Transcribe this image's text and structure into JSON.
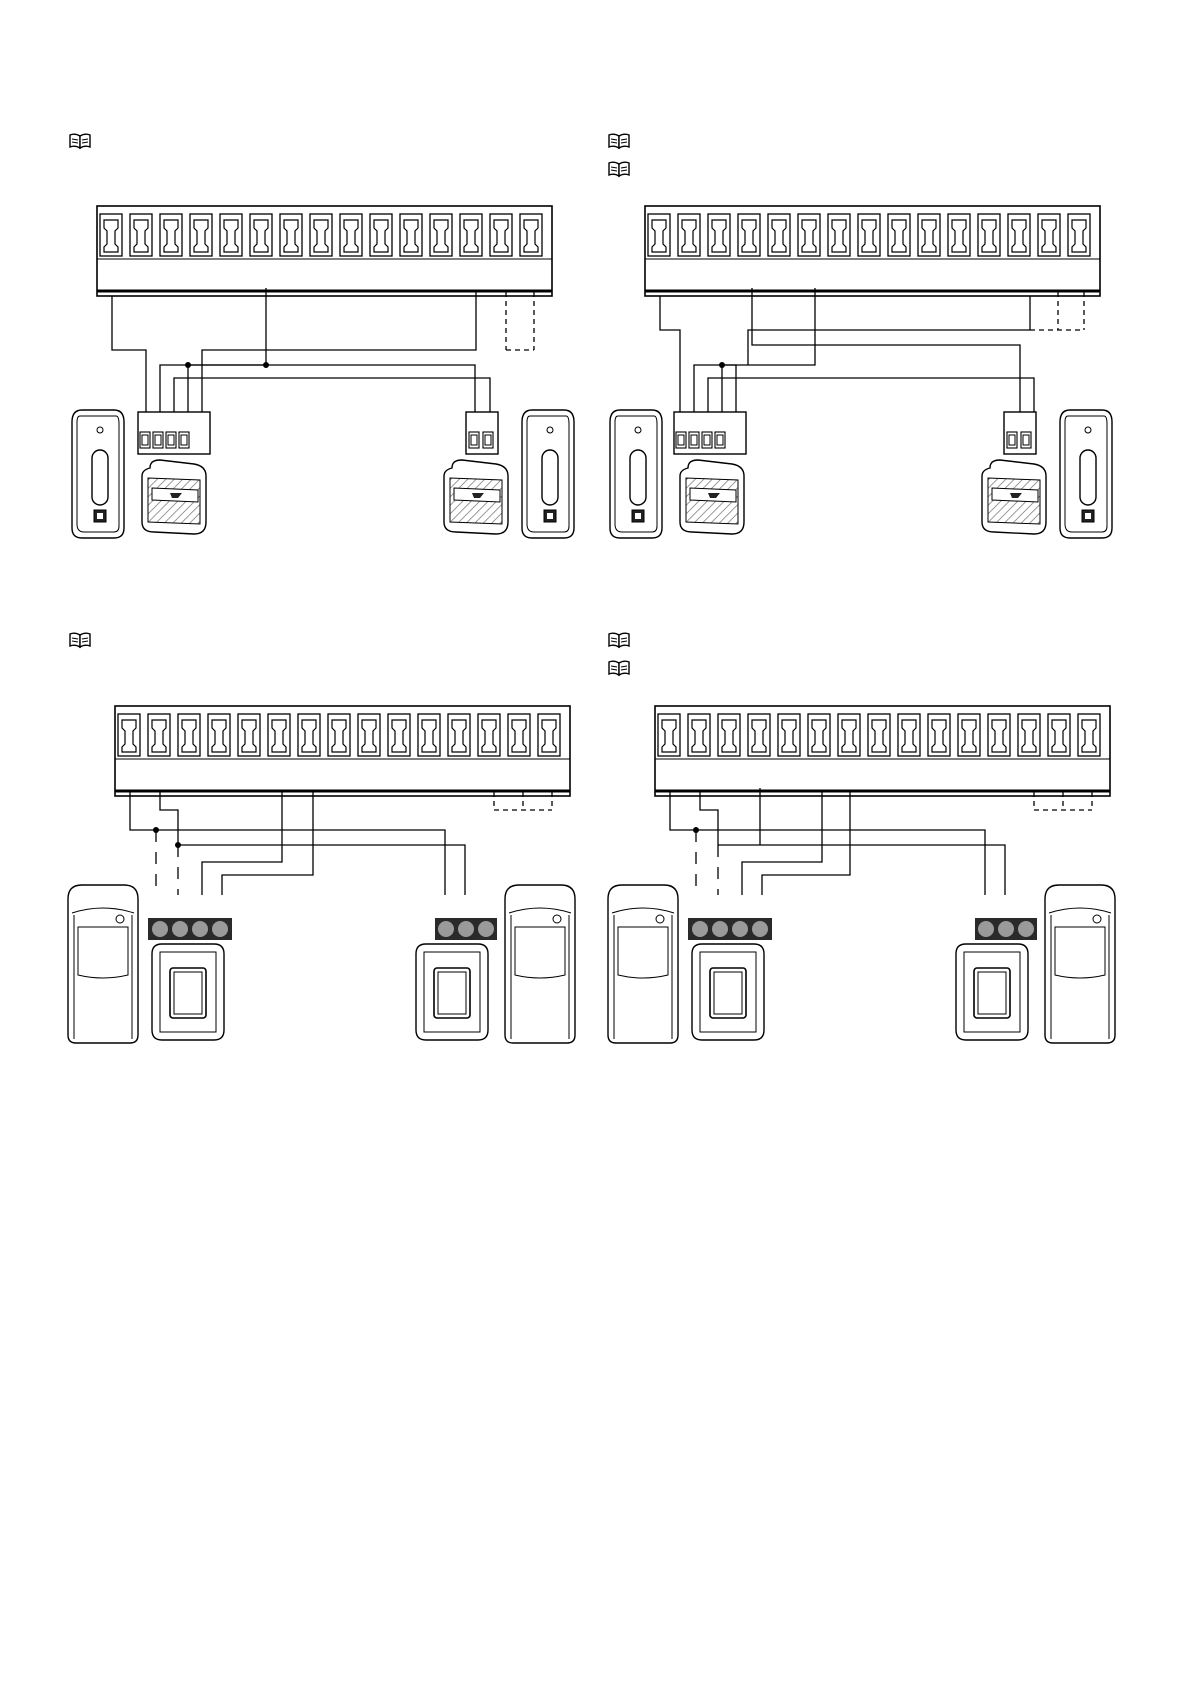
{
  "diagrams": [
    {
      "id": "top-left",
      "manual_icons": 1,
      "sensor_type": "slim",
      "terminals": 15
    },
    {
      "id": "top-right",
      "manual_icons": 2,
      "sensor_type": "slim",
      "terminals": 15
    },
    {
      "id": "bottom-left",
      "manual_icons": 1,
      "sensor_type": "boxy",
      "terminals": 15
    },
    {
      "id": "bottom-right",
      "manual_icons": 2,
      "sensor_type": "boxy",
      "terminals": 15
    }
  ],
  "icons": {
    "manual": "open-book-icon"
  },
  "colors": {
    "line": "#000000",
    "background": "#ffffff",
    "led_fill": "#9a9a9a",
    "led_bar": "#2a2a2a",
    "hatch": "#6a6a6a"
  }
}
